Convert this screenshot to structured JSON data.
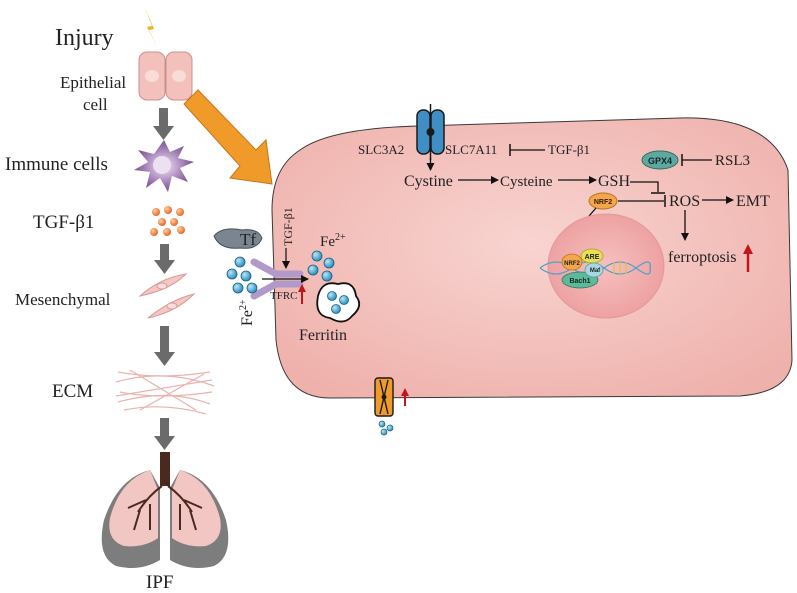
{
  "left_panel": {
    "injury": "Injury",
    "epithelial_line1": "Epithelial",
    "epithelial_line2": "cell",
    "immune": "Immune cells",
    "tgf": "TGF-β1",
    "mesenchymal": "Mesenchymal",
    "ecm": "ECM",
    "ipf": "IPF"
  },
  "iron_uptake": {
    "tf": "Tf",
    "tgf_vertical": "TGF-β1",
    "tfrc": "TFRC",
    "fe_left_base": "Fe",
    "fe_left_sup": "2+",
    "fe_right_base": "Fe",
    "fe_right_sup": "2+",
    "ferritin": "Ferritin"
  },
  "cell": {
    "slc3a2": "SLC3A2",
    "slc7a11": "SLC7A11",
    "tgf_inhib": "TGF-β1",
    "cystine": "Cystine",
    "cysteine": "Cysteine",
    "gsh": "GSH",
    "gpx4": "GPX4",
    "rsl3": "RSL3",
    "ros": "ROS",
    "emt": "EMT",
    "ferroptosis": "ferroptosis",
    "nrf2": "NRF2"
  },
  "nucleus": {
    "are": "ARE",
    "nrf2": "NRF2",
    "maf": "Maf",
    "bach1": "Bach1"
  },
  "colors": {
    "cell_fill": "#f4c4c0",
    "big_arrow": "#f09a2a",
    "up_arrow": "#c0161b",
    "transporter": "#3f8ec4",
    "iron_dot": "#4fb0d8",
    "gpx4_fill": "#5fa8a0",
    "nrf2_fill": "#f3a64b"
  }
}
